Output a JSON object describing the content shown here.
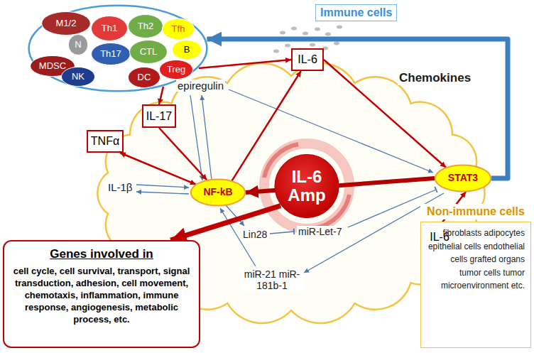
{
  "diagram": {
    "nodes": [
      {
        "text": [
          "Immune cells"
        ]
      },
      {
        "text": [
          "M1/2"
        ],
        "in": 0
      },
      {
        "text": [
          "N"
        ],
        "in": 0
      },
      {
        "text": [
          "Th1"
        ],
        "in": 0
      },
      {
        "text": [
          "Th2"
        ],
        "in": 0
      },
      {
        "text": [
          "Tfh"
        ],
        "in": 0
      },
      {
        "text": [
          "B"
        ],
        "in": 0
      },
      {
        "text": [
          "MDSC"
        ],
        "in": 0
      },
      {
        "text": [
          "NK"
        ],
        "in": 0
      },
      {
        "text": [
          "Th17"
        ],
        "in": 0
      },
      {
        "text": [
          "CTL"
        ],
        "in": 0
      },
      {
        "text": [
          "Treg"
        ],
        "in": 0
      },
      {
        "text": [
          "DC"
        ],
        "in": 0
      },
      {
        "text": [
          "TNFα"
        ]
      },
      {
        "text": [
          "IL-17"
        ]
      },
      {
        "text": [
          "IL-6"
        ]
      },
      {
        "text": [
          "NF-kB"
        ]
      },
      {
        "text": [
          "IL-6 Amp"
        ]
      },
      {
        "text": [
          "STAT3"
        ]
      },
      {
        "text": [
          "IL-6"
        ]
      },
      {
        "text": [
          "Genes involved in",
          "cell cycle, cell survival, transport, signal transduction, adhesion, cell movement, chemotaxis, inflammation, immune response, angiogenesis, metabolic process, etc."
        ]
      },
      {
        "text": [
          "Non-immune cells",
          "fibroblasts adipocytes epithelial cells endothelial cells grafted organs tumor cells tumor microenvironment etc."
        ]
      }
    ],
    "edges": [
      {
        "from": 0,
        "to": 14,
        "arrow": "to"
      },
      {
        "from": 0,
        "to": 15,
        "arrow": "to"
      },
      {
        "from": 16,
        "to": 13,
        "arrow": "both"
      },
      {
        "from": 14,
        "to": 16,
        "arrow": "to"
      },
      {
        "from": 16,
        "to": 15,
        "arrow": "to"
      },
      {
        "from": 15,
        "to": 18,
        "arrow": "to"
      },
      {
        "from": 18,
        "to": 16,
        "arrow": "to"
      },
      {
        "from": 19,
        "to": 18,
        "arrow": "to"
      },
      {
        "from": 17,
        "to": 20,
        "arrow": "to"
      },
      {
        "from": 18,
        "to": 0,
        "arrow": "to"
      }
    ],
    "labels": [
      "epiregulin",
      "IL-1β",
      "Lin28",
      "miR-Let-7",
      "miR-21 miR-181b-1",
      "Chemokines"
    ]
  }
}
